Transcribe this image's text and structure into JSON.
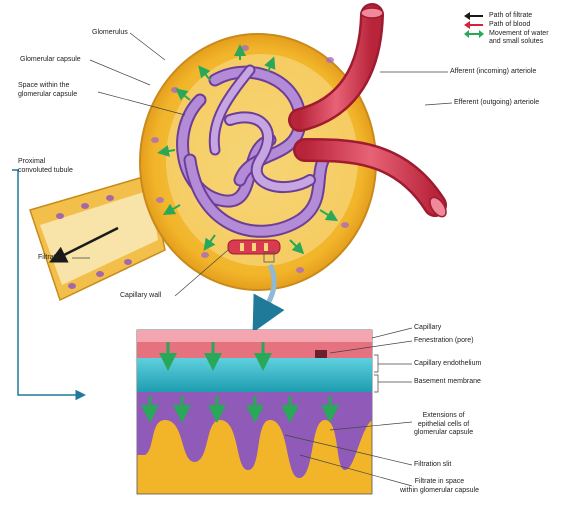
{
  "legend": {
    "items": [
      {
        "label": "Path of filtrate",
        "color": "#1a1a1a"
      },
      {
        "label": "Path of blood",
        "color": "#d4233b"
      },
      {
        "label": "Movement of water and small solutes",
        "color": "#2aa85a",
        "lines": [
          "Movement of water",
          "and small solutes"
        ]
      }
    ]
  },
  "labels": {
    "glomerulus": "Glomerulus",
    "glomerular_capsule": "Glomerular capsule",
    "space_within_1": "Space within the",
    "space_within_2": "glomerular capsule",
    "proximal_1": "Proximal",
    "proximal_2": "convoluted tubule",
    "filtrate": "Filtrate",
    "capillary_wall": "Capillary wall",
    "afferent": "Afferent (incoming) arteriole",
    "efferent": "Efferent (outgoing) arteriole",
    "capillary": "Capillary",
    "fenestration": "Fenestration (pore)",
    "endothelium": "Capillary endothelium",
    "basement": "Basement membrane",
    "extensions_1": "Extensions of",
    "extensions_2": "epithelial cells of",
    "extensions_3": "glomerular capsule",
    "slit": "Filtration slit",
    "filtrate_space_1": "Filtrate in space",
    "filtrate_space_2": "within glomerular capsule"
  },
  "colors": {
    "capsule": "#f2b52a",
    "capsule_dark": "#d98c12",
    "glomerulus": "#9b6fc4",
    "glomerulus_dark": "#6b3f99",
    "arteriole": "#d83a4f",
    "basement": "#39b8c9",
    "water_arrow": "#2aa85a",
    "connector": "#1f7a99"
  }
}
